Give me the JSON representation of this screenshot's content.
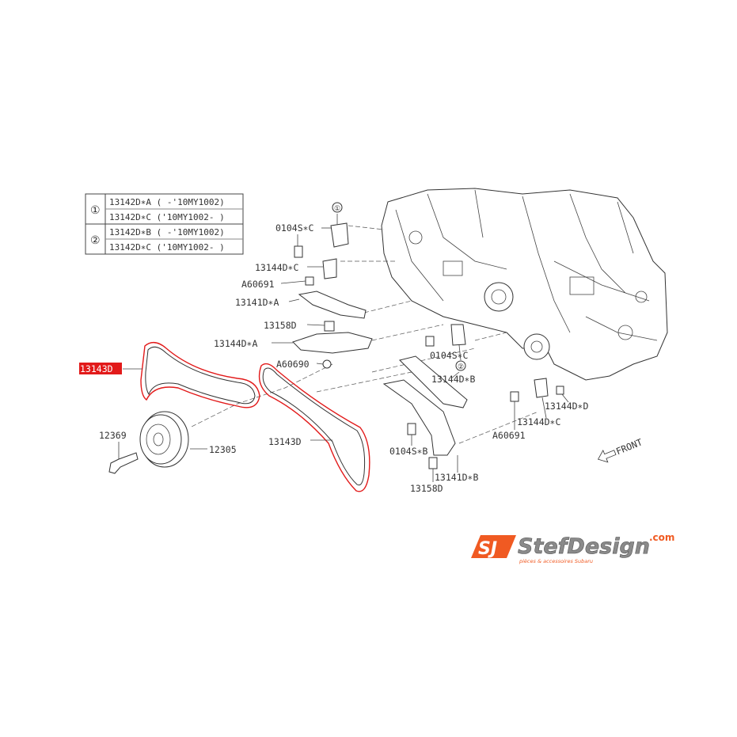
{
  "legend_table": {
    "rows": [
      {
        "ref": "①",
        "items": [
          "13142D∗A ( -'10MY1002)",
          "13142D∗C ('10MY1002- )"
        ]
      },
      {
        "ref": "②",
        "items": [
          "13142D∗B ( -'10MY1002)",
          "13142D∗C ('10MY1002- )"
        ]
      }
    ]
  },
  "highlighted_part": "13143D",
  "highlight_color": "#e21a1a",
  "labels": {
    "bolt_c_top": "0104S∗C",
    "ref1": "①",
    "guide_c_top": "13144D∗C",
    "a60691_top": "A60691",
    "tensioner_lever_a": "13141D∗A",
    "bolt_13158_top": "13158D",
    "guide_a": "13144D∗A",
    "a60690": "A60690",
    "bolt_c_mid": "0104S∗C",
    "ref2": "②",
    "guide_b": "13144D∗B",
    "guide_d": "13144D∗D",
    "guide_c_right": "13144D∗C",
    "a60691_right": "A60691",
    "bolt_b": "0104S∗B",
    "tensioner_lever_b": "13141D∗B",
    "bolt_13158_bottom": "13158D",
    "crank_bolt": "12369",
    "crank_pulley": "12305",
    "chain_right": "13143D",
    "front": "FRONT"
  },
  "logo": {
    "text": "StefDesign",
    "suffix": ".com",
    "tagline": "pièces & accessoires Subaru",
    "brand_color": "#f05a22"
  }
}
